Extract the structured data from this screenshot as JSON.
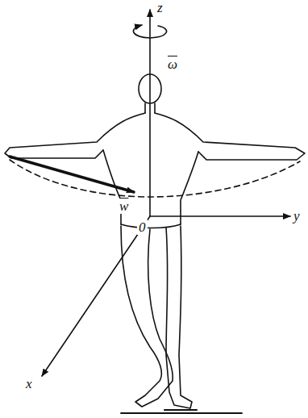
{
  "diagram": {
    "labels": [
      "z",
      "ω",
      "y",
      "x",
      "0",
      "w"
    ]
  }
}
